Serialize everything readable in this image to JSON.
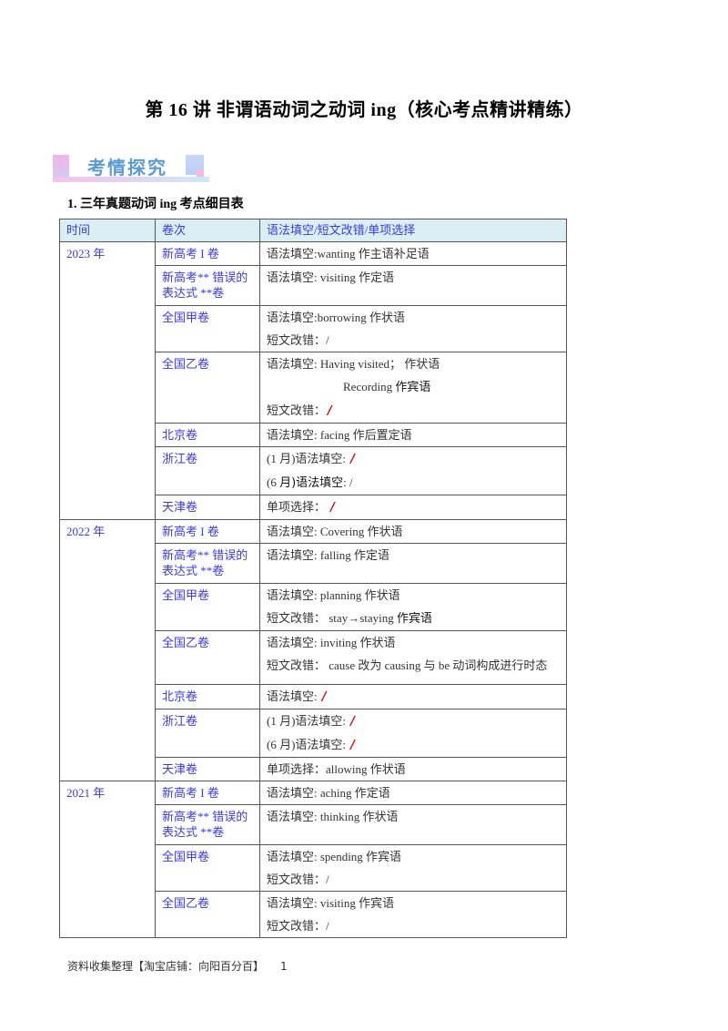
{
  "title": "第 16 讲  非谓语动词之动词 ing（核心考点精讲精练）",
  "banner": "考情探究",
  "section_title": "1. 三年真题动词 ing 考点细目表",
  "table": {
    "headers": [
      "时间",
      "卷次",
      "语法填空/短文改错/单项选择"
    ],
    "groups": [
      {
        "year": "2023 年",
        "rows": [
          {
            "paper": "新高考 I 卷",
            "lines": [
              [
                {
                  "t": "语法填空:wanting  作主语补足语"
                }
              ]
            ]
          },
          {
            "paper": "新高考**  错误的表达式  **卷",
            "lines": [
              [
                {
                  "t": "语法填空:  visiting  作定语"
                }
              ]
            ],
            "tall": true
          },
          {
            "paper": "全国甲卷",
            "lines": [
              [
                {
                  "t": "语法填空:borrowing  作状语"
                }
              ],
              [
                {
                  "t": "短文改错：/"
                }
              ]
            ]
          },
          {
            "paper": "全国乙卷",
            "lines": [
              [
                {
                  "t": "语法填空:  Having  visited；   作状语"
                }
              ],
              [
                {
                  "t": "Recording ",
                  "center": true
                },
                {
                  "t": "作宾语",
                  "c": "bold"
                }
              ],
              [
                {
                  "t": "短文改错："
                },
                {
                  "t": "/",
                  "c": "red"
                }
              ]
            ]
          },
          {
            "paper": "北京卷",
            "lines": [
              [
                {
                  "t": "语法填空:  facing  作后置定语"
                }
              ]
            ]
          },
          {
            "paper": "浙江卷",
            "lines": [
              [
                {
                  "t": "(1 月)语法填空: "
                },
                {
                  "t": "/",
                  "c": "red"
                }
              ],
              [
                {
                  "t": "(6 "
                },
                {
                  "t": "月)语法填空",
                  "c": "bold"
                },
                {
                  "t": ":  /"
                }
              ]
            ]
          },
          {
            "paper": "天津卷",
            "lines": [
              [
                {
                  "t": "单项选择：  "
                },
                {
                  "t": "/",
                  "c": "red"
                }
              ]
            ]
          }
        ]
      },
      {
        "year": "2022 年",
        "rows": [
          {
            "paper": "新高考 I 卷",
            "lines": [
              [
                {
                  "t": "语法填空:  Covering  作状语"
                }
              ]
            ]
          },
          {
            "paper": "新高考**  错误的表达式  **卷",
            "lines": [
              [
                {
                  "t": "语法填空:  falling  作定语"
                }
              ]
            ],
            "tall": true
          },
          {
            "paper": "全国甲卷",
            "lines": [
              [
                {
                  "t": "语法填空:    planning  作状语"
                }
              ],
              [
                {
                  "t": "短文改错：   stay→staying    "
                },
                {
                  "t": "作宾语",
                  "c": "bold"
                }
              ]
            ]
          },
          {
            "paper": "全国乙卷",
            "lines": [
              [
                {
                  "t": "语法填空:  inviting  作状语"
                }
              ],
              [
                {
                  "t": "短文改错：   cause 改为 causing  与 be 动词构成进行时态",
                  "wrap": true
                }
              ]
            ]
          },
          {
            "paper": "北京卷",
            "lines": [
              [
                {
                  "t": "语法填空: "
                },
                {
                  "t": "/",
                  "c": "red"
                }
              ]
            ]
          },
          {
            "paper": "浙江卷",
            "lines": [
              [
                {
                  "t": "(1 月)语法填空: "
                },
                {
                  "t": "/",
                  "c": "red"
                }
              ],
              [
                {
                  "t": "(6 月)语法填空: "
                },
                {
                  "t": "/",
                  "c": "red"
                }
              ]
            ]
          },
          {
            "paper": "天津卷",
            "lines": [
              [
                {
                  "t": "单项选择：allowing 作状语"
                }
              ]
            ]
          }
        ]
      },
      {
        "year": "2021 年",
        "rows": [
          {
            "paper": "新高考 I 卷",
            "lines": [
              [
                {
                  "t": "语法填空:  aching    作定语"
                }
              ]
            ]
          },
          {
            "paper": "新高考**  错误的表达式  **卷",
            "lines": [
              [
                {
                  "t": "语法填空:  thinking  作状语"
                }
              ]
            ],
            "tall": true
          },
          {
            "paper": "全国甲卷",
            "lines": [
              [
                {
                  "t": "语法填空:  spending    作宾语"
                }
              ],
              [
                {
                  "t": "短文改错：/"
                }
              ]
            ]
          },
          {
            "paper": "全国乙卷",
            "lines": [
              [
                {
                  "t": "语法填空:  visiting    作宾语"
                }
              ],
              [
                {
                  "t": "短文改错：/"
                }
              ]
            ]
          }
        ]
      }
    ]
  },
  "footer": {
    "text": "资料收集整理【淘宝店铺：向阳百分百】",
    "page": "1"
  },
  "colors": {
    "link_blue": "#3a3ae6",
    "header_bg": "#daeef3",
    "red_mark": "#e00000",
    "banner_text": "#5b9bd5"
  }
}
